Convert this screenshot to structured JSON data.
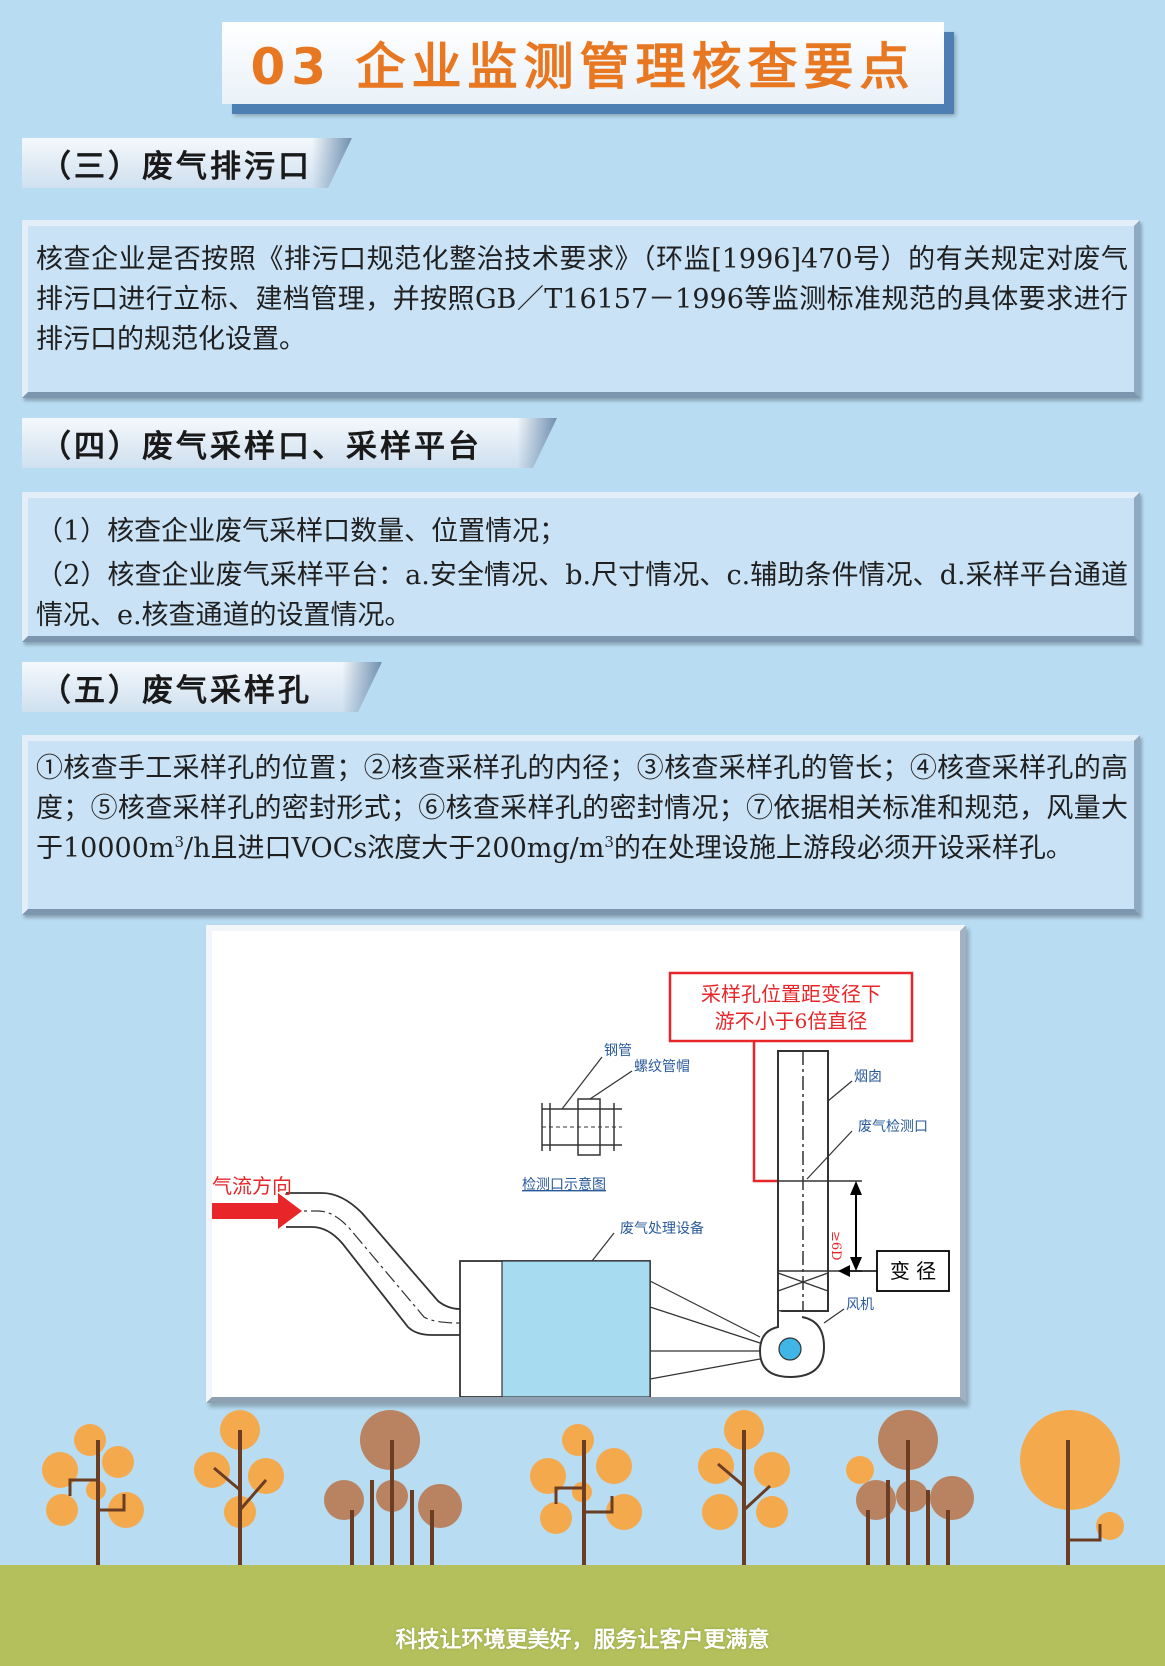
{
  "title": "03  企业监测管理核查要点",
  "sections": [
    {
      "heading": "（三）废气排污口",
      "body": "核查企业是否按照《排污口规范化整治技术要求》（环监[1996]470号）的有关规定对废气排污口进行立标、建档管理，并按照GB／T16157－1996等监测标准规范的具体要求进行排污口的规范化设置。"
    },
    {
      "heading": "（四）废气采样口、采样平台",
      "body_line1": "（1）核查企业废气采样口数量、位置情况；",
      "body_line2": "（2）核查企业废气采样平台：a.安全情况、b.尺寸情况、c.辅助条件情况、d.采样平台通道情况、e.核查通道的设置情况。"
    },
    {
      "heading": "（五）废气采样孔",
      "body_a": "①核查手工采样孔的位置；②核查采样孔的内径；③核查采样孔的管长；④核查采样孔的高度；⑤核查采样孔的密封形式；⑥核查采样孔的密封情况；⑦依据相关标准和规范，风量大于10000m",
      "sup1": "3",
      "body_b": "/h且进口VOCs浓度大于200mg/m",
      "sup2": "3",
      "body_c": "的在处理设施上游段必须开设采样孔。"
    }
  ],
  "diagram": {
    "callout_line1": "采样孔位置距变径下",
    "callout_line2": "游不小于6倍直径",
    "label_steel_pipe": "钢管",
    "label_thread_cap": "螺纹管帽",
    "label_chimney": "烟囱",
    "label_monitor_port": "废气检测口",
    "label_port_sketch": "检测口示意图",
    "label_airflow": "气流方向",
    "label_treatment": "废气处理设备",
    "label_dimension": "≥6D",
    "label_reducer": "变 径",
    "label_fan": "风机"
  },
  "footer": {
    "slogan": "科技让环境更美好，服务让客户更满意"
  },
  "colors": {
    "background": "#b8dcf2",
    "title_text": "#e87722",
    "callout_red": "#e8262a",
    "grass": "#b3c05c"
  }
}
